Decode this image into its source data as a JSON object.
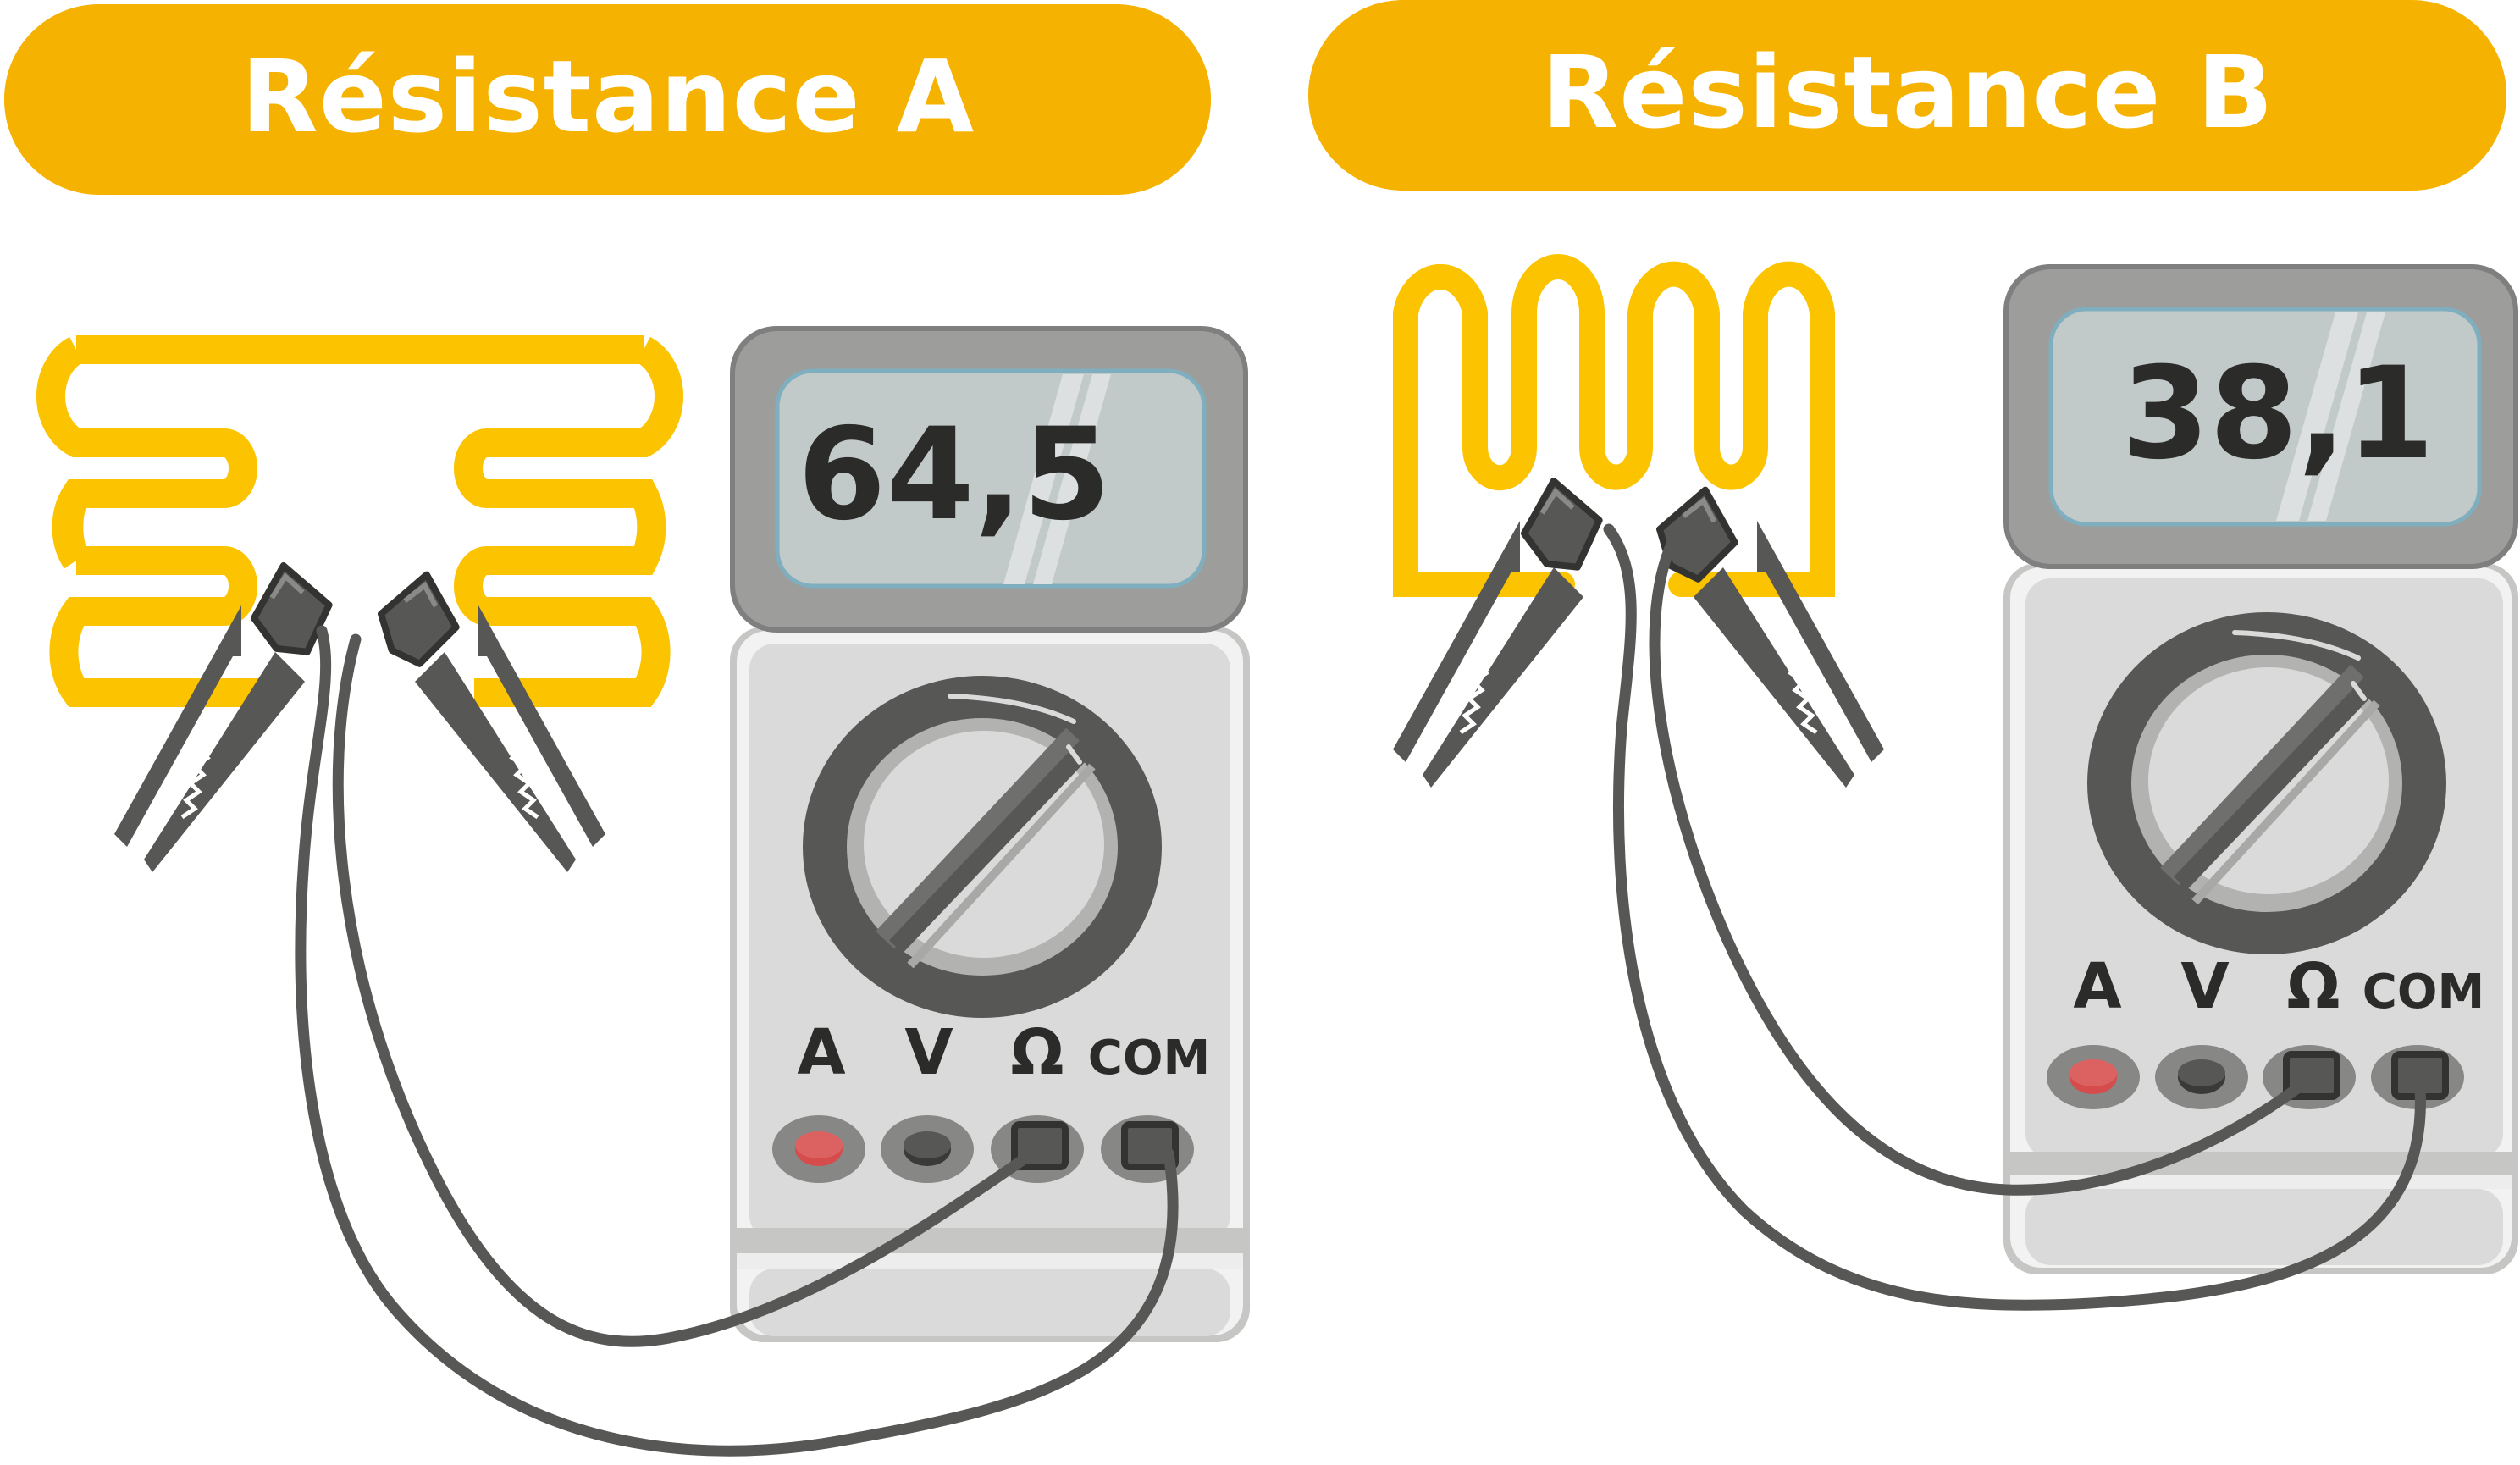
{
  "colors": {
    "header_bg": "#F6B200",
    "header_text": "#FFFFFF",
    "resistor_wire": "#FCC400",
    "lead_cable": "#575756",
    "meter_body": "#DADADA",
    "meter_bezel": "#9D9D9C",
    "lcd_screen": "#C2C9C9",
    "lcd_border": "#7FAFBF",
    "lcd_text": "#2B2B29",
    "dial_ring": "#575756",
    "port_a_red": "#DC6262",
    "port_dark": "#575756"
  },
  "panels": [
    {
      "id": "A",
      "header": {
        "title": "Résistance A"
      },
      "resistor": {
        "shape": "horizontal-serpentine"
      },
      "multimeter": {
        "display_value": "64,5",
        "ports": [
          {
            "label": "A",
            "color": "red",
            "connected": false
          },
          {
            "label": "V",
            "color": "dark",
            "connected": false
          },
          {
            "label": "Ω",
            "color": "square",
            "connected": true
          },
          {
            "label": "COM",
            "color": "square",
            "connected": true
          }
        ]
      }
    },
    {
      "id": "B",
      "header": {
        "title": "Résistance B"
      },
      "resistor": {
        "shape": "vertical-serpentine"
      },
      "multimeter": {
        "display_value": "38,1",
        "ports": [
          {
            "label": "A",
            "color": "red",
            "connected": false
          },
          {
            "label": "V",
            "color": "dark",
            "connected": false
          },
          {
            "label": "Ω",
            "color": "square",
            "connected": true
          },
          {
            "label": "COM",
            "color": "square",
            "connected": true
          }
        ]
      }
    }
  ]
}
